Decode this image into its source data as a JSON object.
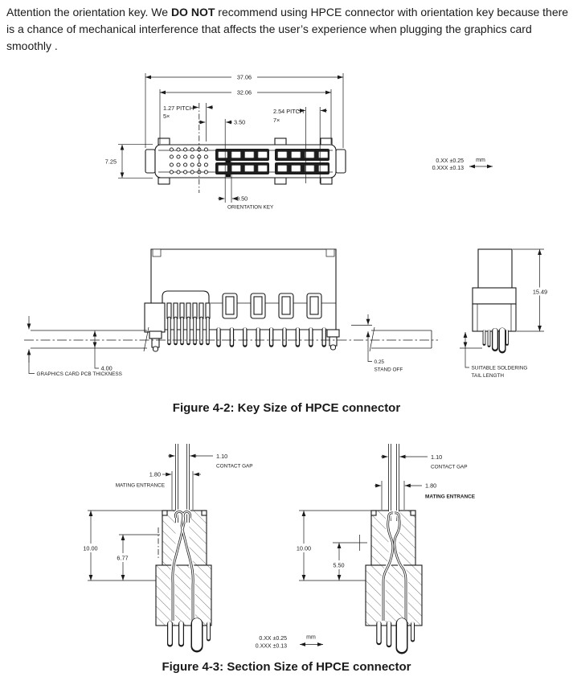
{
  "intro": {
    "pre": "Attention the orientation key. We ",
    "bold": "DO NOT",
    "post": " recommend using HPCE connector with orientation key because there is a chance of mechanical interference that affects the user’s experience when plugging the graphics card smoothly ."
  },
  "figure42": {
    "caption": "Figure 4-2: Key Size of HPCE connector",
    "front": {
      "overall_width": "37.06",
      "inner_width": "32.06",
      "pitch_left": "1.27 PITCH",
      "pitch_left_qty": "5×",
      "key_offset": "3.50",
      "pitch_right": "2.54 PITCH",
      "pitch_right_qty": "7×",
      "height": "7.25",
      "key_width": "0.50",
      "key_label": "ORIENTATION KEY"
    },
    "tolerance": {
      "xx": "0.XX ±0.25",
      "xxx": "0.XXX ±0.13",
      "unit": "mm"
    },
    "side": {
      "pcb": "4.00",
      "pcb_label": "GRAPHICS CARD PCB THICKNESS",
      "standoff": "0.25",
      "standoff_label": "STAND OFF",
      "height": "15.49",
      "tail_label1": "SUITABLE SOLDERING",
      "tail_label2": "TAIL LENGTH"
    }
  },
  "figure43": {
    "caption": "Figure 4-3: Section Size of HPCE connector",
    "left": {
      "contact_gap": "1.10",
      "contact_gap_label": "CONTACT GAP",
      "mating": "1.80",
      "mating_label": "MATING ENTRANCE",
      "total_height": "10.00",
      "inner_height": "6.77"
    },
    "right": {
      "contact_gap": "1.10",
      "contact_gap_label": "CONTACT GAP",
      "mating": "1.80",
      "mating_label": "MATING ENTRANCE",
      "total_height": "10.00",
      "inner_height": "5.50"
    },
    "tolerance": {
      "xx": "0.XX ±0.25",
      "xxx": "0.XXX ±0.13",
      "unit": "mm"
    }
  }
}
